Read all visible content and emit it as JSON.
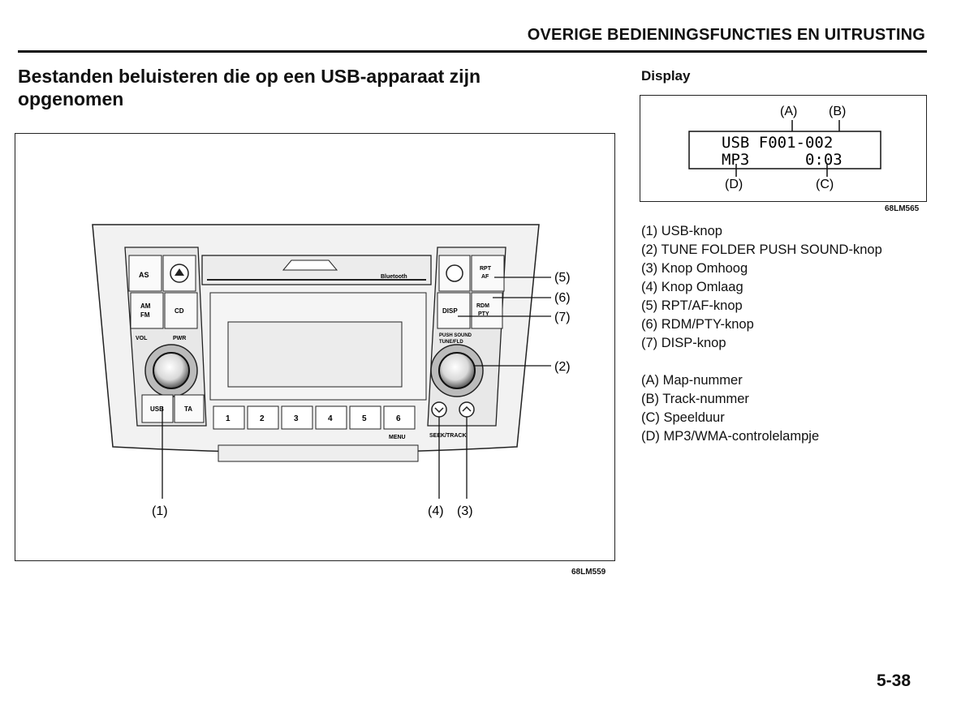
{
  "header": {
    "section_title": "OVERIGE BEDIENINGSFUNCTIES EN UITRUSTING"
  },
  "page": {
    "title_line1": "Bestanden beluisteren die op een USB-apparaat zijn",
    "title_line2": "opgenomen",
    "page_number": "5-38"
  },
  "display": {
    "label": "Display",
    "lcd_line1": "USB F001-002",
    "lcd_line2": "MP3      0:03",
    "callouts": {
      "a": "(A)",
      "b": "(B)",
      "c": "(C)",
      "d": "(D)"
    },
    "figure_code": "68LM565"
  },
  "radio_figure": {
    "figure_code": "68LM559",
    "buttons": {
      "as": "AS",
      "am": "AM",
      "fm": "FM",
      "cd": "CD",
      "disp": "DISP",
      "rpt": "RPT",
      "af": "AF",
      "rdm": "RDM",
      "pty": "PTY",
      "usb": "USB",
      "ta": "TA",
      "vol": "VOL",
      "pwr": "PWR",
      "menu": "MENU",
      "seek": "SEEK/TRACK",
      "push_sound": "PUSH SOUND",
      "tune_fld": "TUNE/FLD",
      "bluetooth": "Bluetooth",
      "presets": [
        "1",
        "2",
        "3",
        "4",
        "5",
        "6"
      ]
    },
    "callouts": {
      "c1": "(1)",
      "c2": "(2)",
      "c3": "(3)",
      "c4": "(4)",
      "c5": "(5)",
      "c6": "(6)",
      "c7": "(7)"
    }
  },
  "legend_numbers": [
    "(1) USB-knop",
    "(2) TUNE FOLDER PUSH SOUND-knop",
    "(3) Knop Omhoog",
    "(4) Knop Omlaag",
    "(5) RPT/AF-knop",
    "(6) RDM/PTY-knop",
    "(7) DISP-knop"
  ],
  "legend_letters": [
    "(A) Map-nummer",
    "(B) Track-nummer",
    "(C) Speelduur",
    "(D) MP3/WMA-controlelampje"
  ]
}
